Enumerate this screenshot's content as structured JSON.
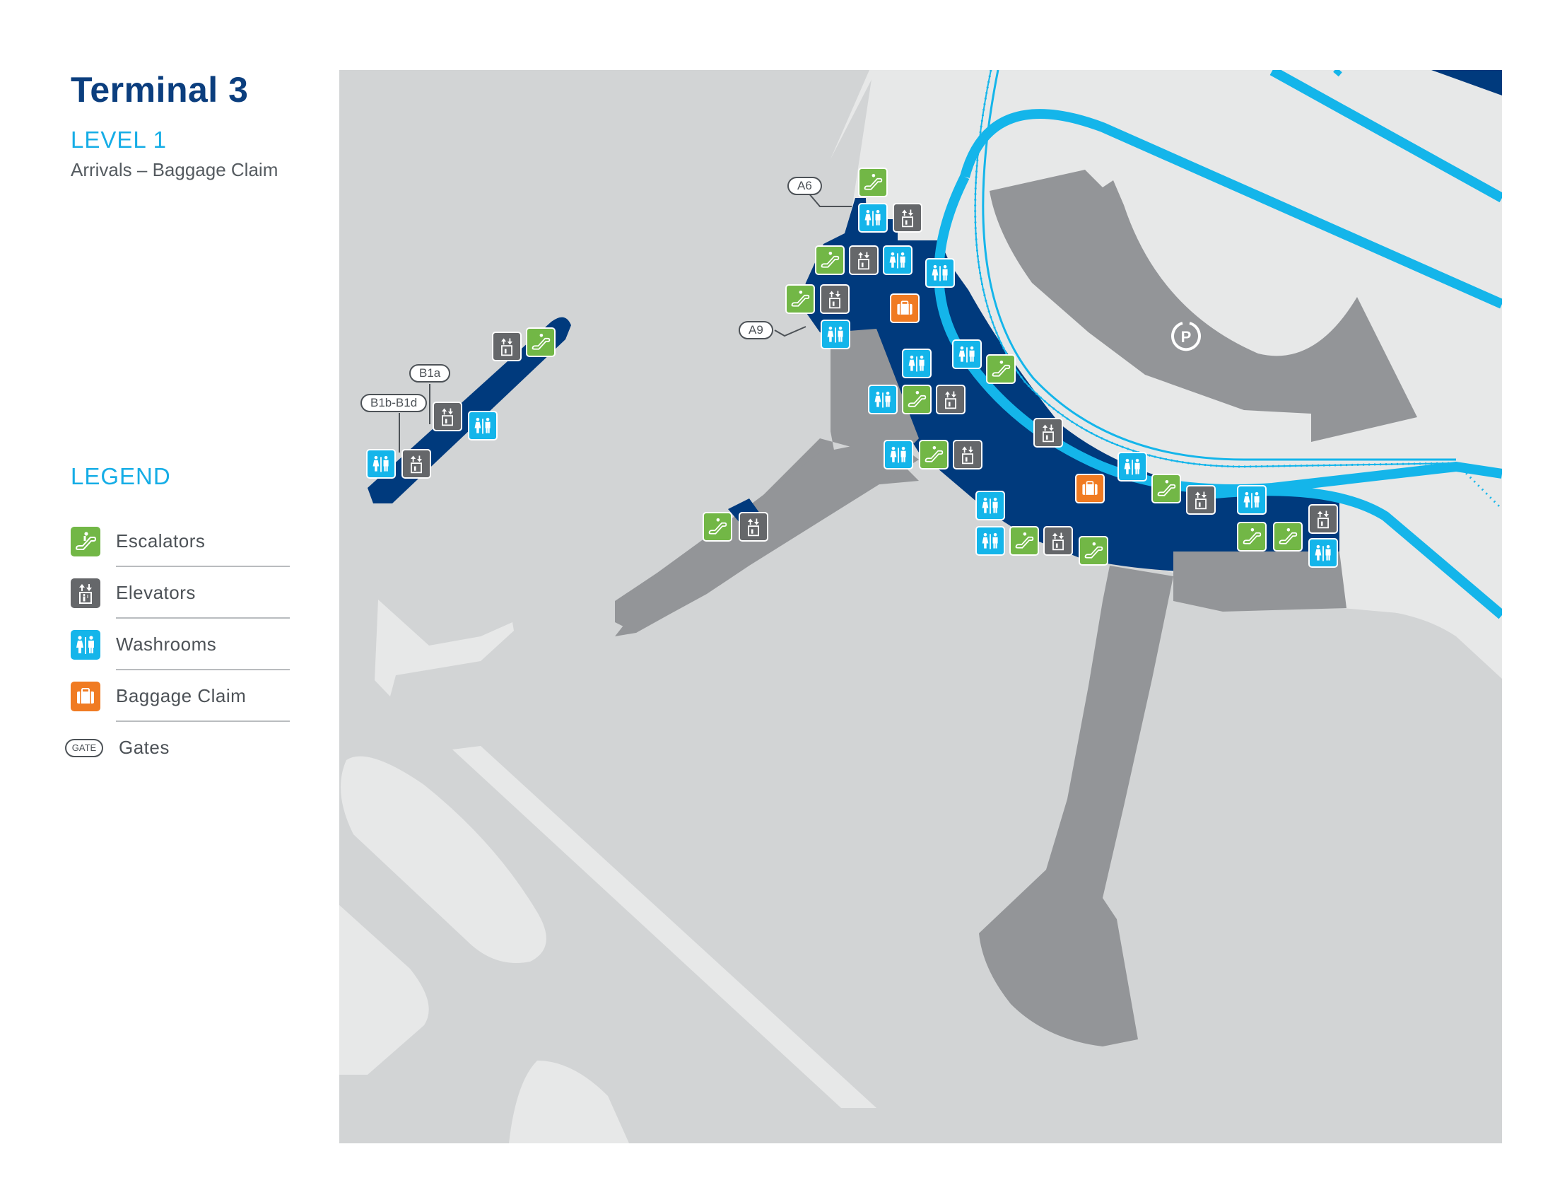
{
  "header": {
    "title": "Terminal 3",
    "level": "LEVEL 1",
    "subtitle": "Arrivals – Baggage Claim"
  },
  "legend": {
    "title": "LEGEND",
    "items": [
      {
        "icon": "escalator-icon",
        "label": "Escalators",
        "color": "#72b746"
      },
      {
        "icon": "elevator-icon",
        "label": "Elevators",
        "color": "#65676a"
      },
      {
        "icon": "washroom-icon",
        "label": "Washrooms",
        "color": "#14b5ea"
      },
      {
        "icon": "baggage-icon",
        "label": "Baggage Claim",
        "color": "#f07b22"
      },
      {
        "icon": "gate-icon",
        "label": "Gates",
        "gate_text": "GATE"
      }
    ]
  },
  "map": {
    "colors": {
      "background": "#d2d4d5",
      "light_area": "#e7e8e8",
      "building": "#939598",
      "terminal_level": "#003a7d",
      "roads": "#14b5ea"
    },
    "gates": [
      {
        "label": "A6"
      },
      {
        "label": "A9"
      },
      {
        "label": "B1a"
      },
      {
        "label": "B1b-B1d"
      }
    ],
    "parking": {
      "label": "P"
    }
  }
}
